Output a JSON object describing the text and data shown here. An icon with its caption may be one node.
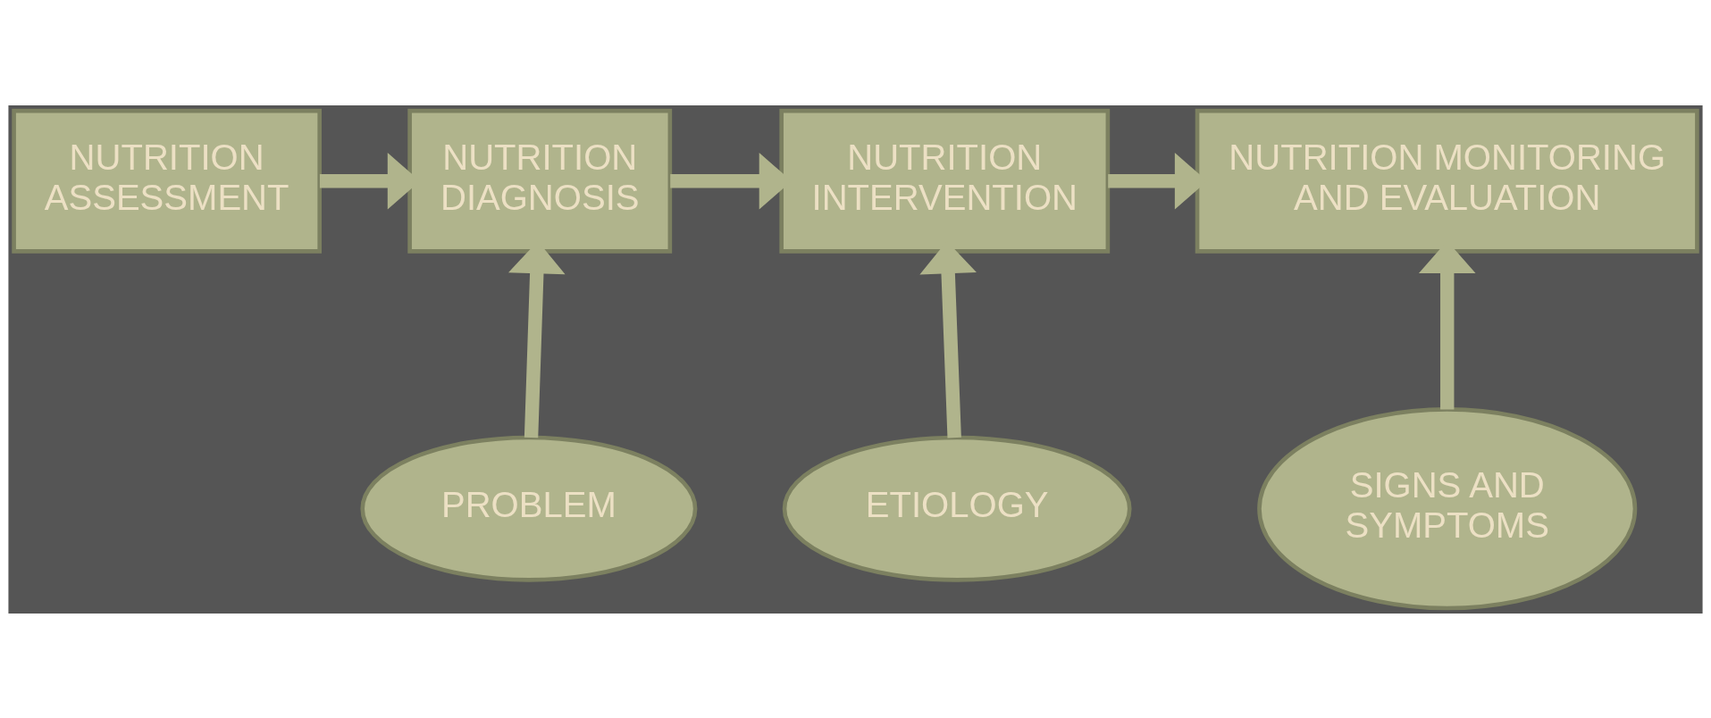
{
  "diagram": {
    "nodes": [
      {
        "text": [
          "NUTRITION ASSESSMENT"
        ]
      },
      {
        "text": [
          "NUTRITION DIAGNOSIS"
        ]
      },
      {
        "text": [
          "NUTRITION INTERVENTION"
        ]
      },
      {
        "text": [
          "NUTRITION MONITORING AND EVALUATION"
        ]
      },
      {
        "text": [
          "PROBLEM"
        ]
      },
      {
        "text": [
          "ETIOLOGY"
        ]
      },
      {
        "text": [
          "SIGNS AND SYMPTOMS"
        ]
      }
    ],
    "edges": [
      {
        "from": 0,
        "to": 1,
        "arrow": "to"
      },
      {
        "from": 1,
        "to": 2,
        "arrow": "to"
      },
      {
        "from": 2,
        "to": 3,
        "arrow": "to"
      },
      {
        "from": 4,
        "to": 1,
        "arrow": "to"
      },
      {
        "from": 5,
        "to": 2,
        "arrow": "to"
      },
      {
        "from": 6,
        "to": 3,
        "arrow": "to"
      }
    ]
  }
}
